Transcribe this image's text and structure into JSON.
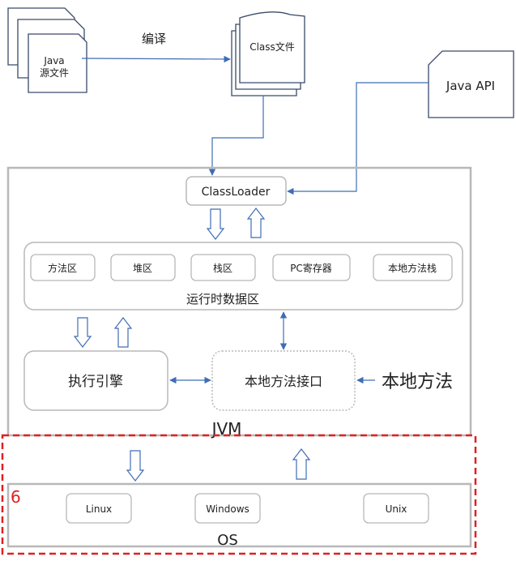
{
  "source_files": {
    "line1": "Java",
    "line2": "源文件"
  },
  "compile_label": "编译",
  "class_files_label": "Class文件",
  "java_api_label": "Java API",
  "classloader_label": "ClassLoader",
  "runtime_areas": [
    "方法区",
    "堆区",
    "栈区",
    "PC寄存器",
    "本地方法栈"
  ],
  "runtime_area_label": "运行时数据区",
  "execution_engine_label": "执行引擎",
  "native_interface_label": "本地方法接口",
  "native_methods_label": "本地方法",
  "jvm_label": "JVM",
  "annotation_number": "6",
  "os_items": [
    "Linux",
    "Windows",
    "Unix"
  ],
  "os_label": "OS",
  "colors": {
    "arrow": "#3f6db5",
    "box_border": "#b8b8b8",
    "doc_stroke": "#3a4a6a",
    "highlight": "#e02020"
  }
}
